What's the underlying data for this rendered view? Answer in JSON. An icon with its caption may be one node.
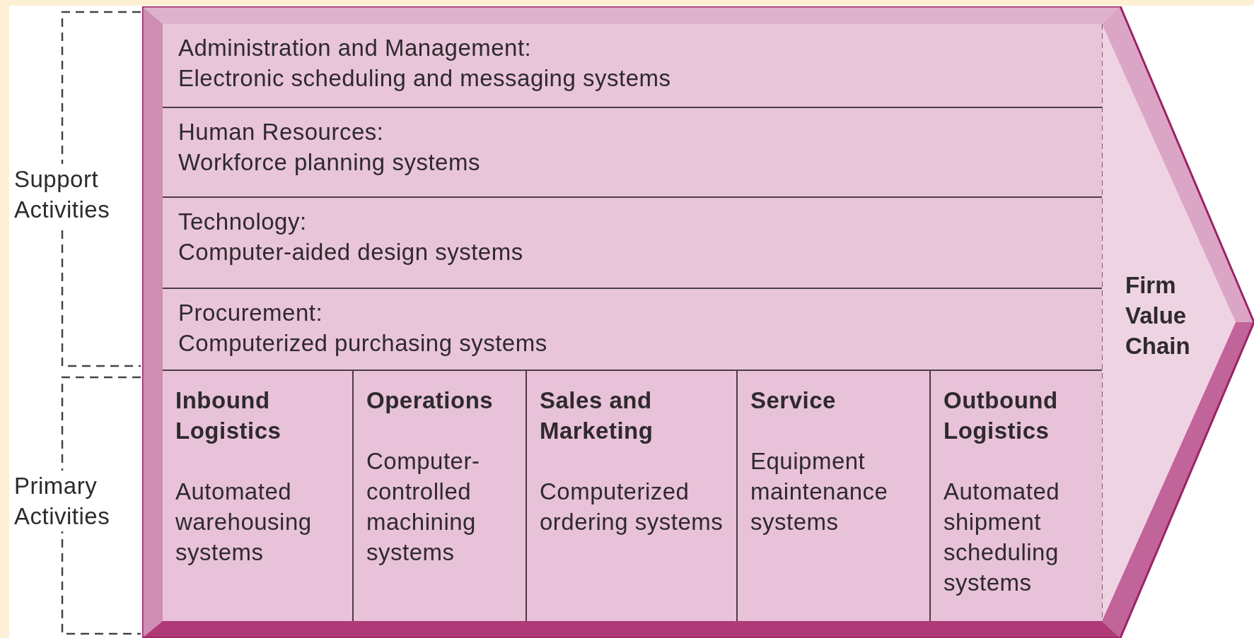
{
  "diagram": {
    "nodes": [
      {
        "text": [
          "Firm Value Chain"
        ]
      },
      {
        "text": [
          "Administration and Management:",
          "Electronic scheduling and messaging systems"
        ],
        "in": 0
      },
      {
        "text": [
          "Human Resources:",
          "Workforce planning systems"
        ],
        "in": 0
      },
      {
        "text": [
          "Technology:",
          "Computer-aided design systems"
        ],
        "in": 0
      },
      {
        "text": [
          "Procurement:",
          "Computerized purchasing systems"
        ],
        "in": 0
      },
      {
        "text": [
          "Inbound Logistics",
          "Automated warehousing systems"
        ],
        "in": 0
      },
      {
        "text": [
          "Operations",
          "Computer-controlled machining systems"
        ],
        "in": 0
      },
      {
        "text": [
          "Sales and Marketing",
          "Computerized ordering systems"
        ],
        "in": 0
      },
      {
        "text": [
          "Service",
          "Equipment maintenance systems"
        ],
        "in": 0
      },
      {
        "text": [
          "Outbound Logistics",
          "Automated shipment scheduling systems"
        ],
        "in": 0
      }
    ],
    "labels": [
      "Support Activities",
      "Primary Activities"
    ]
  }
}
